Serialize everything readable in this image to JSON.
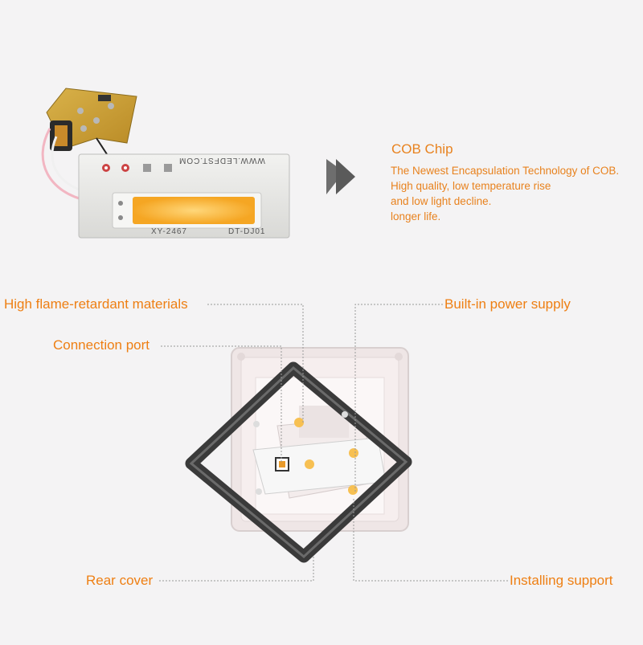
{
  "cob": {
    "title": "COB Chip",
    "lines": [
      "The Newest Encapsulation Technology of COB.",
      "High quality, low temperature rise",
      "and low light decline.",
      "longer life."
    ],
    "board_text_top": "WWW.LEDFST.COM",
    "board_text_left": "XY-2467",
    "board_text_right": "DT-DJ01"
  },
  "labels": {
    "flame": "High flame-retardant materials",
    "power": "Built-in power supply",
    "port": "Connection port",
    "rear": "Rear cover",
    "support": "Installing support"
  },
  "colors": {
    "accent": "#ee7f13",
    "background": "#f4f3f4",
    "led": "#f7c052"
  }
}
